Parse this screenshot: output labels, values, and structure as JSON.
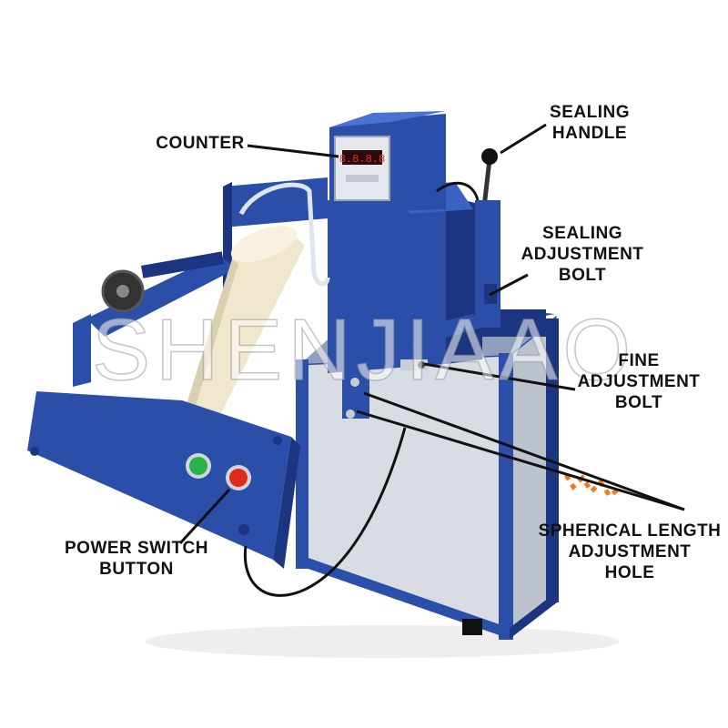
{
  "labels": {
    "counter": [
      "COUNTER"
    ],
    "sealing_handle": [
      "SEALING",
      "HANDLE"
    ],
    "sealing_adjustment_bolt": [
      "SEALING",
      "ADJUSTMENT",
      "BOLT"
    ],
    "fine_adjustment_bolt": [
      "FINE",
      "ADJUSTMENT",
      "BOLT"
    ],
    "spherical_length_adjustment_hole": [
      "SPHERICAL LENGTH",
      "ADJUSTMENT",
      "HOLE"
    ],
    "power_switch_button": [
      "POWER SWITCH",
      "BUTTON"
    ]
  },
  "watermark": "SHENJIAAO",
  "counter_display": "8.8.8.8",
  "colors": {
    "machine_blue": "#2b4fa8",
    "machine_blue_dark": "#1c3580",
    "panel_grey": "#d8dde4",
    "roll_cream": "#efe8cc",
    "button_green": "#2bb34a",
    "button_red": "#e02a1f",
    "display_red": "#e8322a",
    "leader_line": "#111111"
  }
}
